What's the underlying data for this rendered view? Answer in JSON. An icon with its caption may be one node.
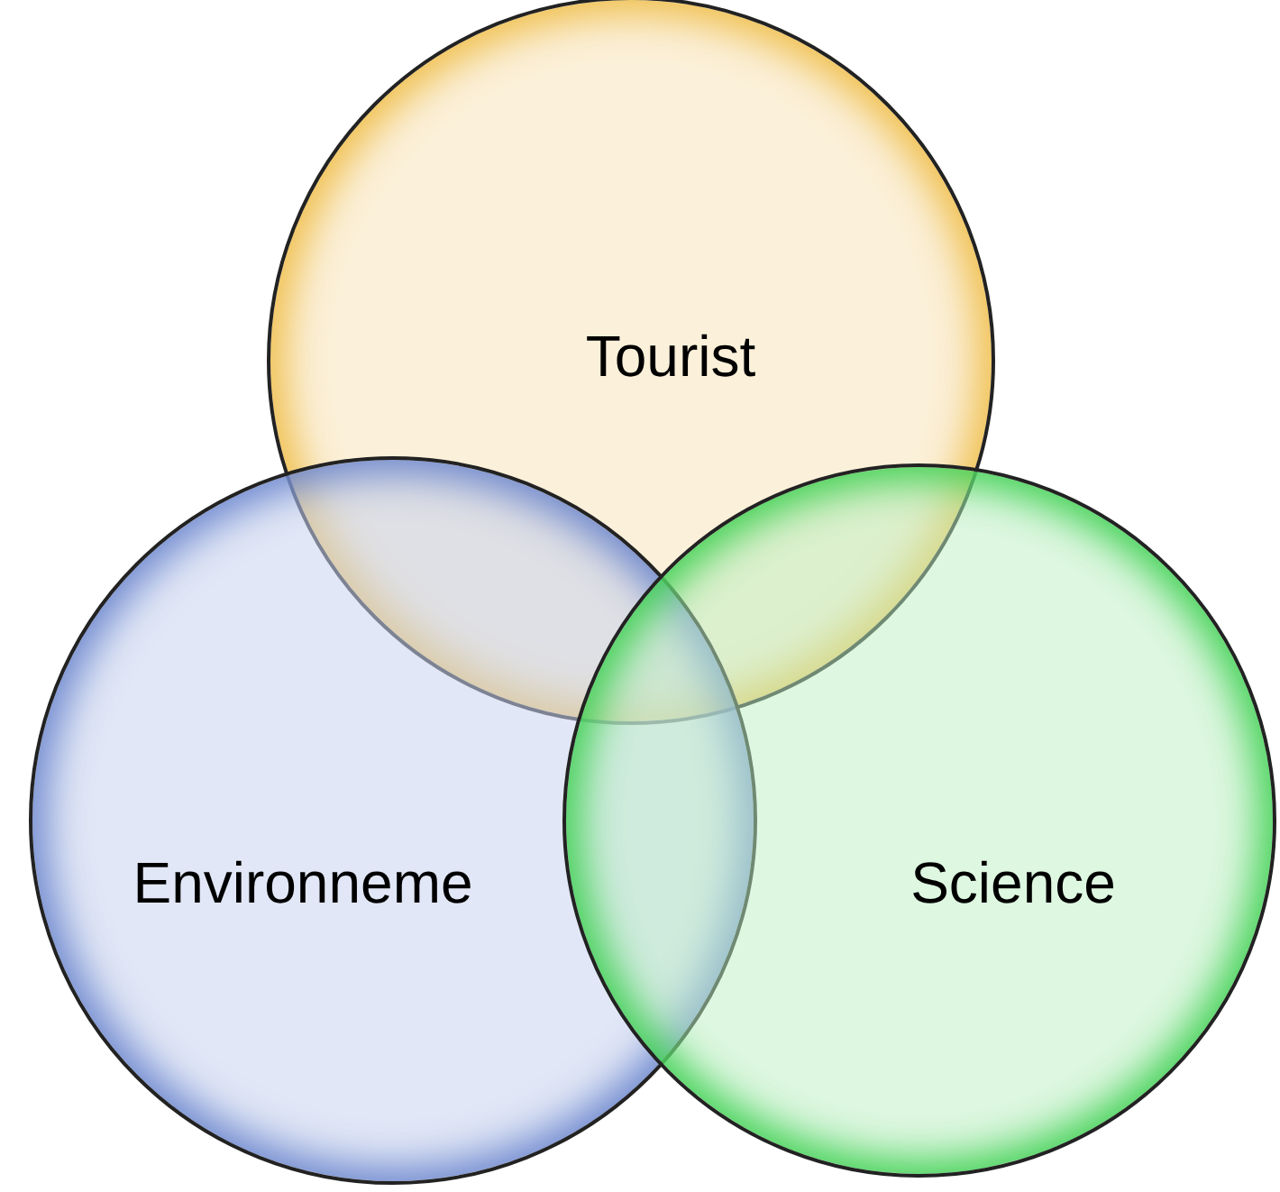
{
  "diagram": {
    "nodes": [
      {
        "text": [
          "Tourist"
        ]
      },
      {
        "text": [
          "Environneme"
        ]
      },
      {
        "text": [
          "Science"
        ]
      }
    ]
  }
}
